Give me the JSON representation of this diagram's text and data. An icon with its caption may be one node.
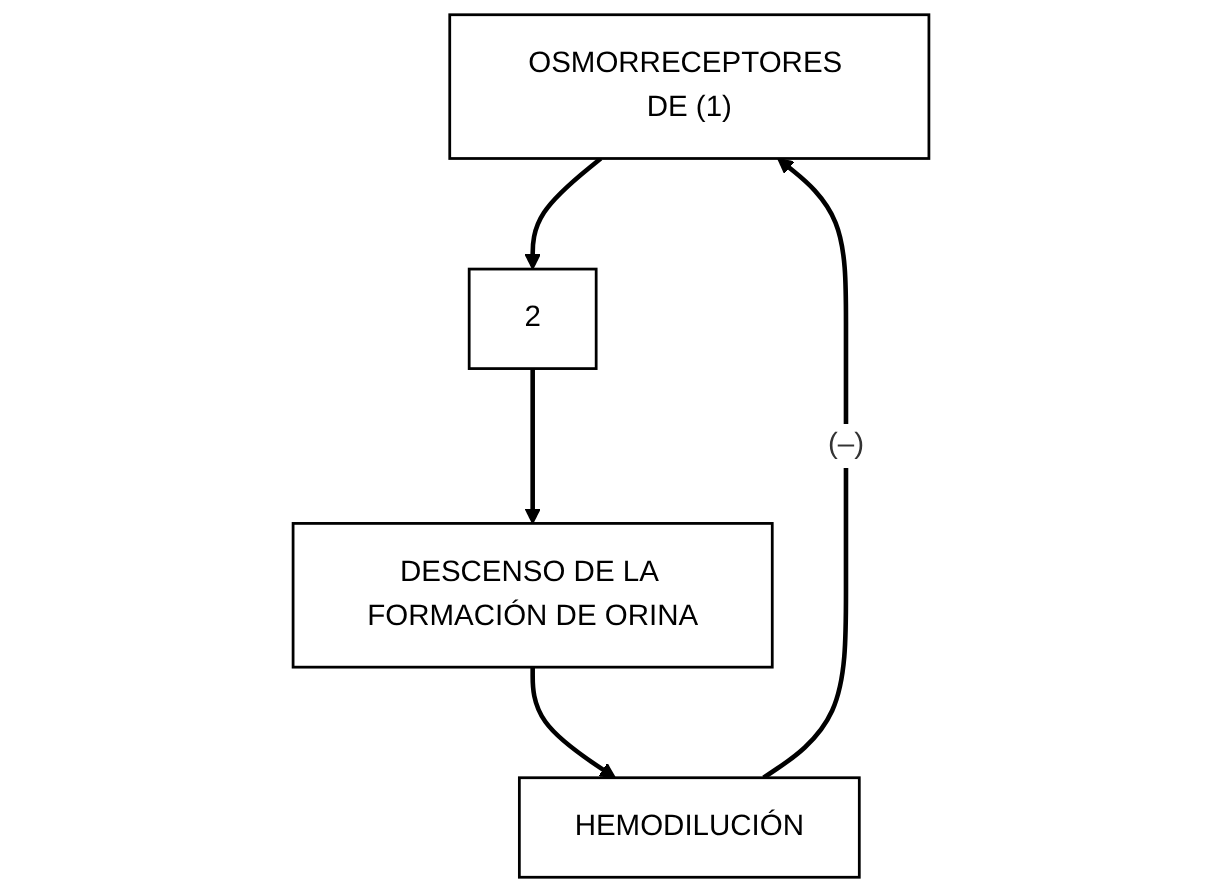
{
  "diagram": {
    "nodes": [
      {
        "text": [
          "OSMORRECEPTORES DE (1)"
        ]
      },
      {
        "text": [
          "2"
        ]
      },
      {
        "text": [
          "HEMODILUCIÓN"
        ]
      },
      {
        "text": [
          "DESCENSO DE LA FORMACIÓN DE ORINA"
        ]
      }
    ],
    "edges": [
      {
        "from": 0,
        "to": 1,
        "arrow": "to"
      },
      {
        "from": 1,
        "to": 3,
        "arrow": "to"
      },
      {
        "from": 3,
        "to": 2,
        "arrow": "to"
      },
      {
        "from": 2,
        "to": 0,
        "arrow": "to",
        "label": "(–)"
      }
    ]
  }
}
